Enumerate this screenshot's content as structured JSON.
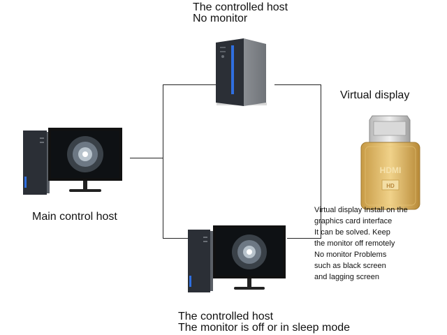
{
  "top_host": {
    "line1": "The controlled host",
    "line2": "No monitor"
  },
  "virtual_display": {
    "title": "Virtual display",
    "plug_text_1": "HDMI",
    "plug_text_2": "HD"
  },
  "main_host": {
    "label": "Main control host"
  },
  "description": {
    "lines": [
      "Virtual display  Install on the",
      "graphics card interface",
      "It can be solved. Keep",
      "the monitor off remotely",
      "No monitor Problems",
      "such as black screen",
      "and lagging screen"
    ]
  },
  "bottom_host": {
    "line1": "The controlled host",
    "line2": "The monitor is off or in sleep mode"
  },
  "colors": {
    "line": "#222222",
    "tower_dark": "#2b2f36",
    "tower_light": "#8c8f94",
    "accent_blue": "#2f6fe0",
    "gold": "#d9b25a"
  },
  "icons": {
    "top": "tower-pc-icon",
    "main": "desktop-monitor-icon",
    "bottom": "desktop-monitor-icon",
    "plug": "hdmi-plug-icon"
  }
}
